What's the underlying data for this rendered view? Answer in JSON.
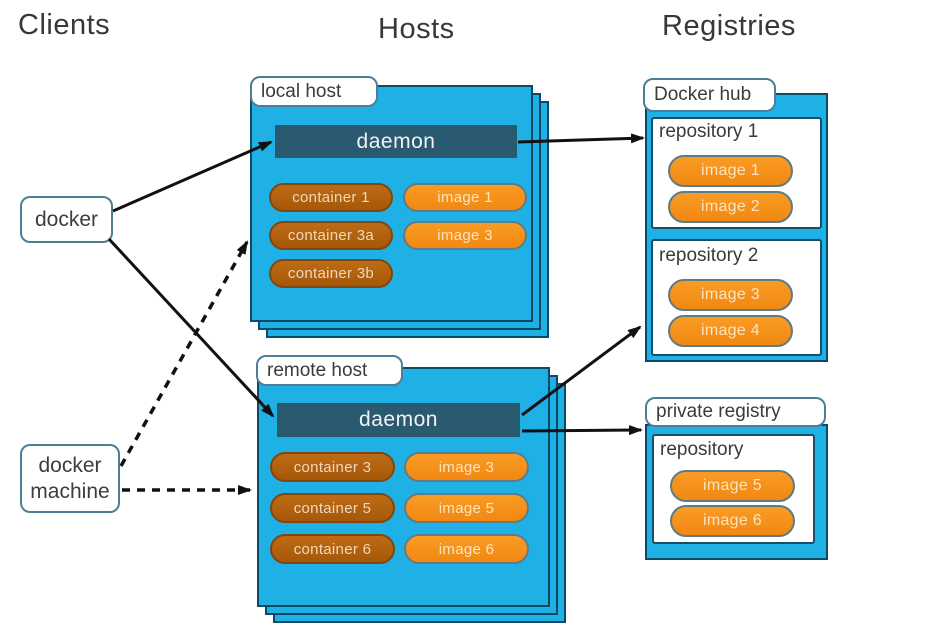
{
  "title_headers": {
    "clients": "Clients",
    "hosts": "Hosts",
    "registries": "Registries"
  },
  "clients": {
    "docker_label": "docker",
    "docker_machine_label": "docker machine"
  },
  "hosts": [
    {
      "tab": "local host",
      "daemon_label": "daemon",
      "containers": [
        "container 1",
        "container 3a",
        "container 3b"
      ],
      "images": [
        "image 1",
        "image 3"
      ]
    },
    {
      "tab": "remote host",
      "daemon_label": "daemon",
      "containers": [
        "container 3",
        "container 5",
        "container 6"
      ],
      "images": [
        "image 3",
        "image 5",
        "image 6"
      ]
    }
  ],
  "registries": [
    {
      "tab": "Docker hub",
      "repositories": [
        {
          "name": "repository 1",
          "images": [
            "image 1",
            "image 2"
          ]
        },
        {
          "name": "repository 2",
          "images": [
            "image 3",
            "image 4"
          ]
        }
      ]
    },
    {
      "tab": "private registry",
      "repositories": [
        {
          "name": "repository",
          "images": [
            "image 5",
            "image 6"
          ]
        }
      ]
    }
  ],
  "connections": [
    {
      "from": "docker",
      "to": "local-host-daemon",
      "style": "solid"
    },
    {
      "from": "docker",
      "to": "remote-host-daemon",
      "style": "solid"
    },
    {
      "from": "docker-machine",
      "to": "local-host",
      "style": "dashed"
    },
    {
      "from": "docker-machine",
      "to": "remote-host",
      "style": "dashed"
    },
    {
      "from": "local-host-daemon",
      "to": "repository 1",
      "style": "solid"
    },
    {
      "from": "remote-host-daemon",
      "to": "repository 2",
      "style": "solid"
    },
    {
      "from": "remote-host-daemon",
      "to": "private registry repository",
      "style": "solid"
    }
  ],
  "colors": {
    "host_card": "#1fb1e6",
    "card_border": "#0c4a66",
    "daemon_bar": "#2a5a6f",
    "container_pill": "#ad5d0c",
    "image_pill": "#f5921c",
    "image_pill_border": "#5e7b87",
    "tab_border": "#4e7e96",
    "arrow": "#111111",
    "text_dark": "#383838"
  }
}
